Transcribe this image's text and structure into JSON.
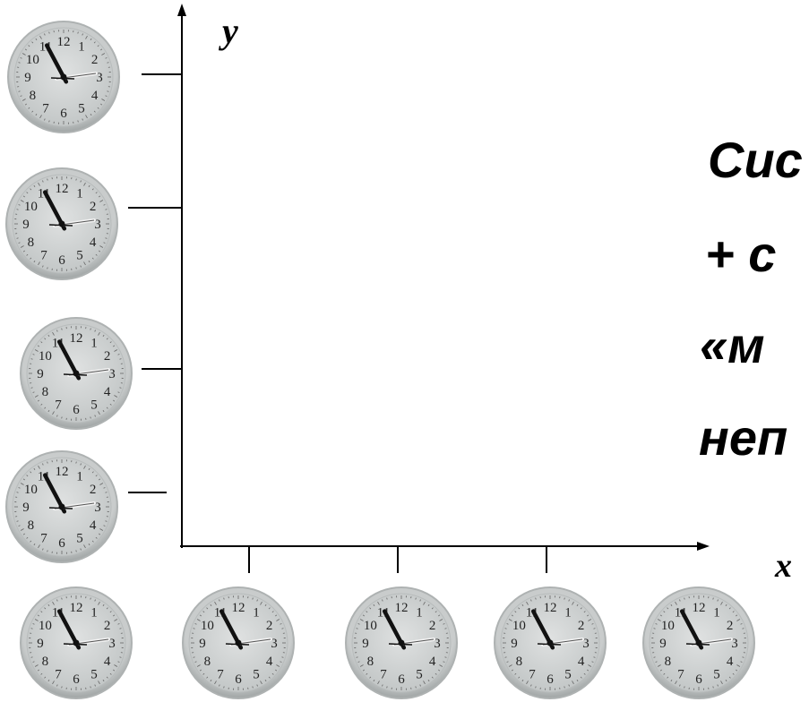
{
  "axes": {
    "x_label": "x",
    "y_label": "y"
  },
  "side_text": {
    "lines": [
      "Сис",
      "+ с",
      "«м",
      "неп"
    ],
    "color": "#000000"
  },
  "clock": {
    "numerals": [
      "12",
      "1",
      "2",
      "3",
      "4",
      "5",
      "6",
      "7",
      "8",
      "9",
      "10",
      "11"
    ],
    "face_color": "#cdd0d0",
    "rim_color": "#aeb2b2",
    "hand_color": "#111111",
    "minute_hand_color": "#f2f2f2"
  }
}
